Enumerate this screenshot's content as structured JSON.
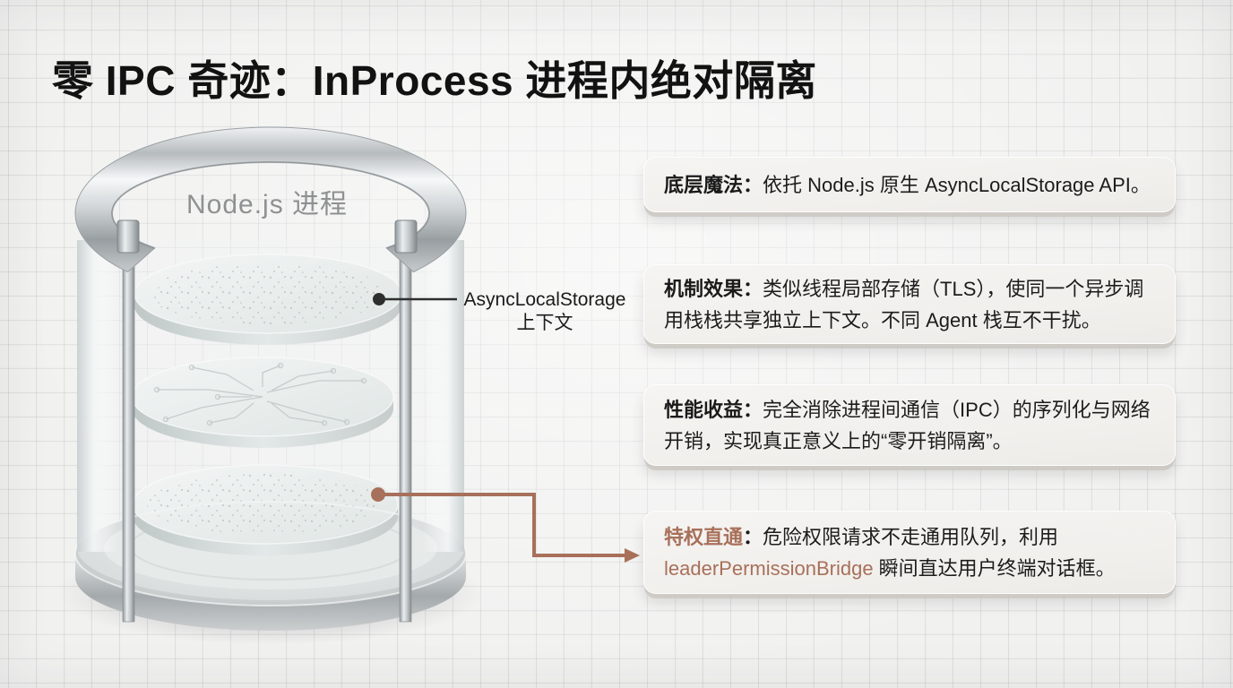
{
  "title": "零 IPC 奇迹：InProcess 进程内绝对隔离",
  "colors": {
    "accent_brown": "#a8705a",
    "ink": "#1a1a1a",
    "container_label_gray": "#8e9092",
    "card_background": "#f1efec",
    "page_background": "#f1f1f0"
  },
  "diagram": {
    "container_label": "Node.js 进程",
    "disc_count": 3,
    "callout": {
      "line1": "AsyncLocalStorage",
      "line2": "上下文"
    }
  },
  "cards": [
    {
      "label": "底层魔法",
      "colon": "：",
      "text": "依托 Node.js 原生 AsyncLocalStorage API。"
    },
    {
      "label": "机制效果",
      "colon": "：",
      "text": "类似线程局部存储（TLS），使同一个异步调用栈栈共享独立上下文。不同 Agent 栈互不干扰。"
    },
    {
      "label": "性能收益",
      "colon": "：",
      "text": "完全消除进程间通信（IPC）的序列化与网络开销，实现真正意义上的“零开销隔离”。"
    },
    {
      "label": "特权直通",
      "colon": "：",
      "text_before": "危险权限请求不走通用队列，利用 ",
      "code": "leaderPermissionBridge",
      "text_after": " 瞬间直达用户终端对话框。"
    }
  ]
}
